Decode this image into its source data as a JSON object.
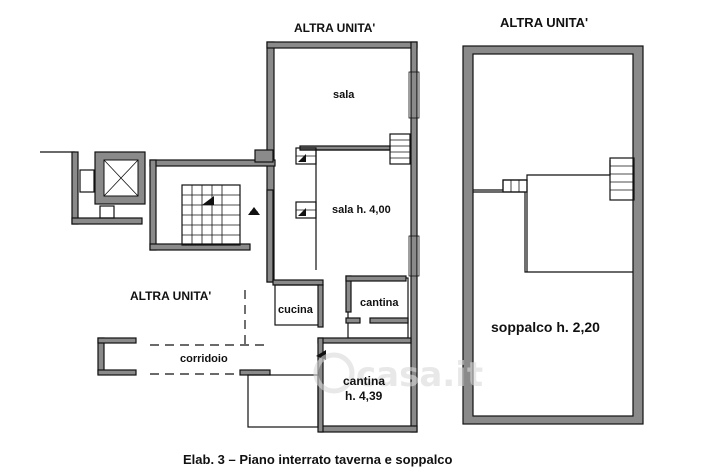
{
  "labels": {
    "altra_unita_top_left": "ALTRA UNITA'",
    "altra_unita_top_right": "ALTRA UNITA'",
    "altra_unita_middle": "ALTRA UNITA'",
    "sala": "sala",
    "sala_h": "sala h. 4,00",
    "cucina": "cucina",
    "cantina": "cantina",
    "corridoio": "corridoio",
    "cantina_lower_line1": "cantina",
    "cantina_lower_line2": "h. 4,39",
    "soppalco": "soppalco h. 2,20"
  },
  "caption": "Elab. 3 – Piano interrato taverna e soppalco",
  "watermark": "casa.it",
  "colors": {
    "wall_fill": "#8a8a8a",
    "line": "#111111",
    "watermark": "#d9d9d9"
  }
}
